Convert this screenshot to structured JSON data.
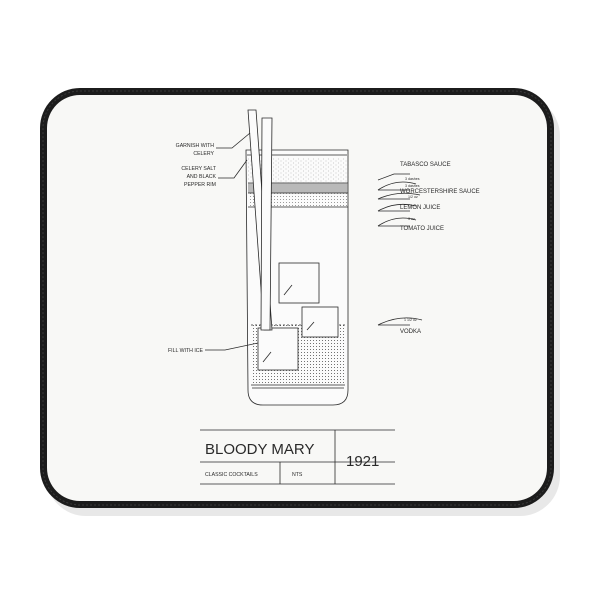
{
  "labels": {
    "garnish_line1": "GARNISH WITH",
    "garnish_line2": "CELERY",
    "rim_line1": "CELERY SALT",
    "rim_line2": "AND BLACK",
    "rim_line3": "PEPPER RIM",
    "ice": "FILL WITH ICE"
  },
  "ingredients": [
    {
      "measure": "",
      "name": "TABASCO SAUCE"
    },
    {
      "measure": "3 dashes",
      "name": ""
    },
    {
      "measure": "3 dashes",
      "name": "WORCESTERSHIRE SAUCE"
    },
    {
      "measure": "1/2 oz",
      "name": "LEMON JUICE"
    },
    {
      "measure": "3 oz",
      "name": "TOMATO JUICE"
    },
    {
      "measure": "1 1/2 oz",
      "name": "VODKA"
    }
  ],
  "title_block": {
    "title": "BLOODY MARY",
    "year": "1921",
    "category": "CLASSIC COCKTAILS",
    "scale": "NTS"
  },
  "colors": {
    "mat_border": "#1c1c1c",
    "mat_surface": "#f8f8f6",
    "ink": "#2a2a2a"
  }
}
